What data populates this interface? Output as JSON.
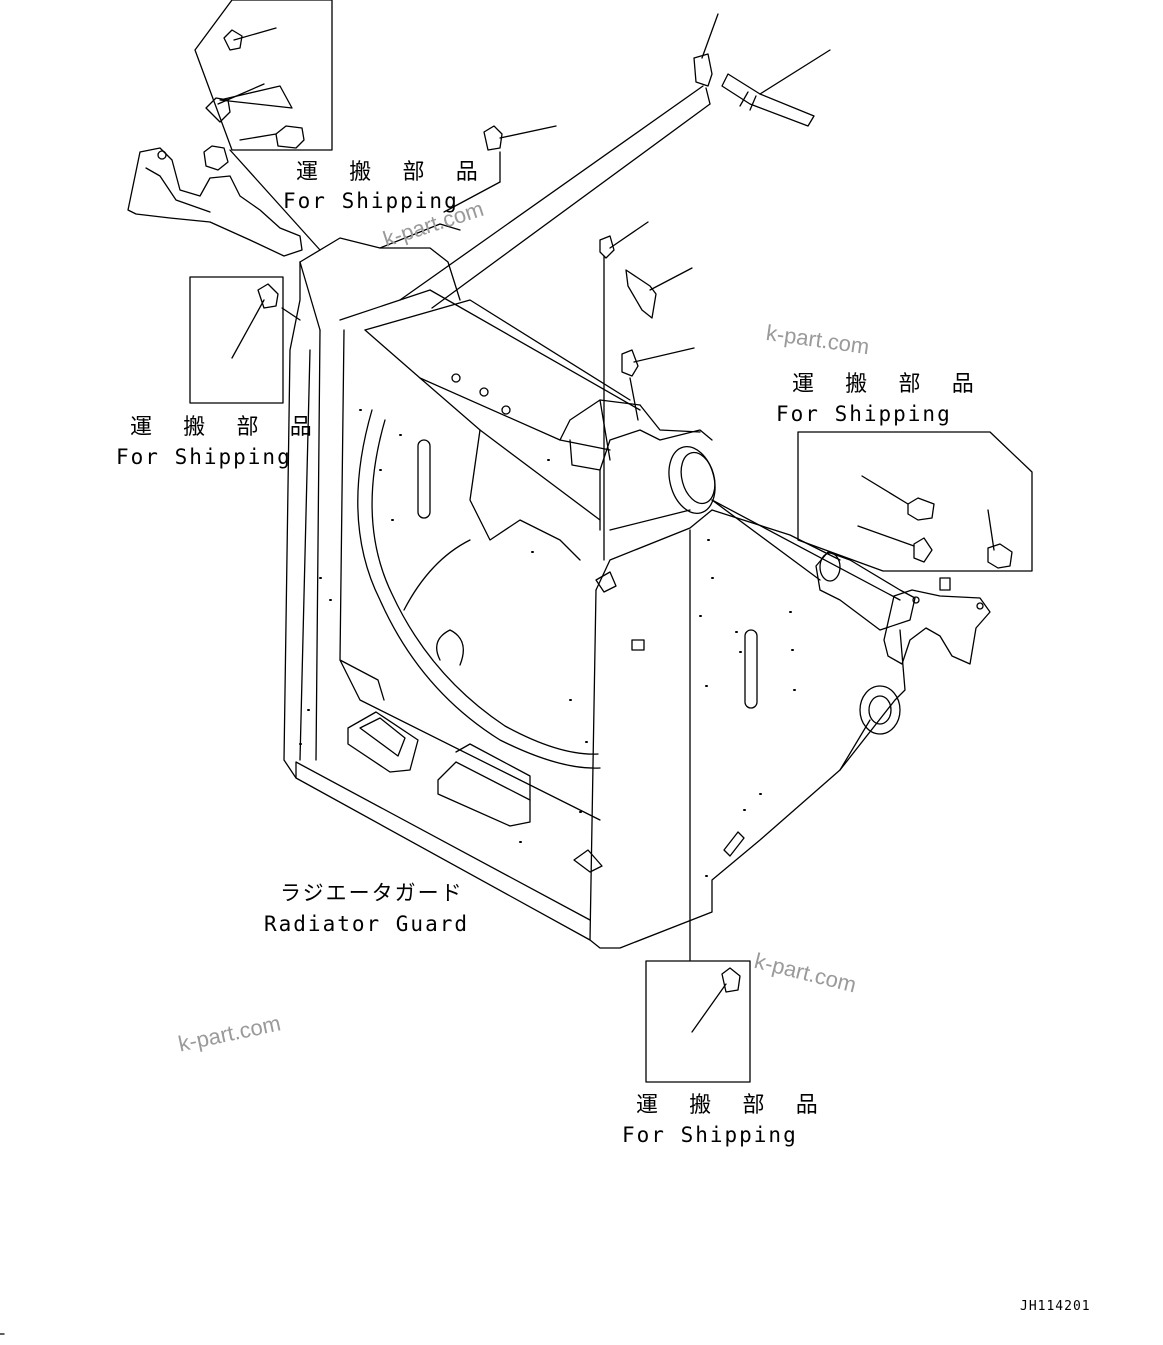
{
  "labels": {
    "shipping_jp": "運 搬 部 品",
    "shipping_en": "For Shipping",
    "guard_jp": "ラジエータガード",
    "guard_en": "Radiator Guard",
    "drawing_code": "JH114201"
  },
  "watermark": "k-part.com",
  "colors": {
    "line": "#000000",
    "watermark": "#9a9a9a"
  }
}
